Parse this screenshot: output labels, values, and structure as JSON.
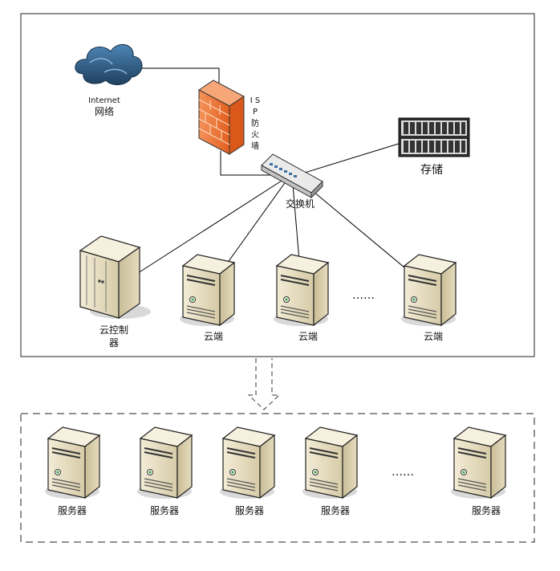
{
  "nodes": {
    "internet": {
      "line1": "Internet",
      "line2": "网络"
    },
    "firewall": {
      "chars": [
        "I S",
        "P",
        "防",
        "火",
        "墙"
      ]
    },
    "storage": {
      "label": "存储"
    },
    "switch": {
      "label": "交换机"
    },
    "controller": {
      "line1": "云控制",
      "line2": "器"
    },
    "cloud_nodes": [
      {
        "label": "云端"
      },
      {
        "label": "云端"
      },
      {
        "label": "云端"
      }
    ],
    "top_ellipsis": "……",
    "servers": [
      {
        "label": "服务器"
      },
      {
        "label": "服务器"
      },
      {
        "label": "服务器"
      },
      {
        "label": "服务器"
      },
      {
        "label": "服务器"
      }
    ],
    "bottom_ellipsis": "……"
  },
  "colors": {
    "firewall": "#f07a3a",
    "cloud": "#2f5f86",
    "server_body": "#e8dfc4",
    "line": "#000000"
  }
}
